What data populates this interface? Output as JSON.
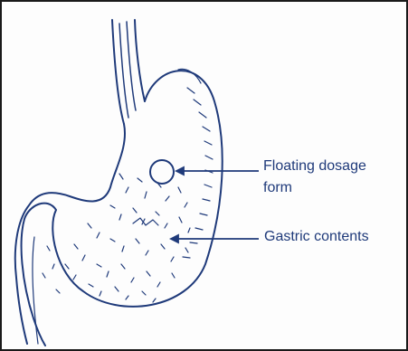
{
  "labels": {
    "floating_line1": "Floating dosage",
    "floating_line2": "form",
    "gastric": "Gastric contents"
  },
  "colors": {
    "ink": "#1f3a7a",
    "background": "#fdfdfd",
    "border": "#1a1a1a"
  }
}
